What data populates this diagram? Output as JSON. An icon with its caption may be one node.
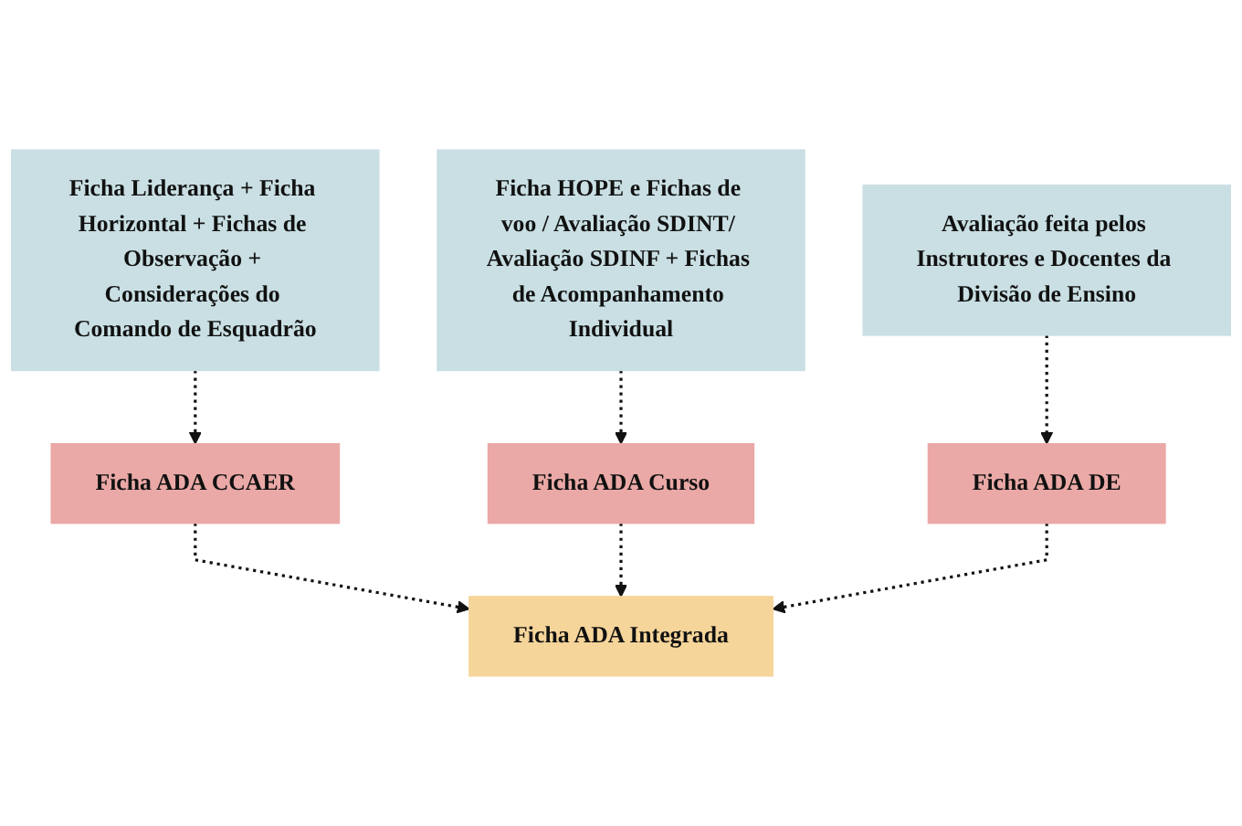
{
  "diagram": {
    "nodes": [
      {
        "text": [
          "Ficha Liderança + Ficha Horizontal + Fichas de Observação + Considerações do Comando de Esquadrão"
        ]
      },
      {
        "text": [
          "Ficha HOPE e Fichas de voo / Avaliação SDINT/ Avaliação SDINF + Fichas de Acompanhamento Individual"
        ]
      },
      {
        "text": [
          "Avaliação feita pelos Instrutores e Docentes da Divisão de Ensino"
        ]
      },
      {
        "text": [
          "Ficha ADA CCAER"
        ]
      },
      {
        "text": [
          "Ficha ADA Curso"
        ]
      },
      {
        "text": [
          "Ficha ADA DE"
        ]
      },
      {
        "text": [
          "Ficha ADA Integrada"
        ]
      }
    ],
    "edges": [
      {
        "from": 0,
        "to": 3,
        "arrow": "to",
        "style": "dashed"
      },
      {
        "from": 1,
        "to": 4,
        "arrow": "to",
        "style": "dashed"
      },
      {
        "from": 2,
        "to": 5,
        "arrow": "to",
        "style": "dashed"
      },
      {
        "from": 3,
        "to": 6,
        "arrow": "to",
        "style": "dashed"
      },
      {
        "from": 4,
        "to": 6,
        "arrow": "to",
        "style": "dashed"
      },
      {
        "from": 5,
        "to": 6,
        "arrow": "to",
        "style": "dashed"
      }
    ]
  }
}
